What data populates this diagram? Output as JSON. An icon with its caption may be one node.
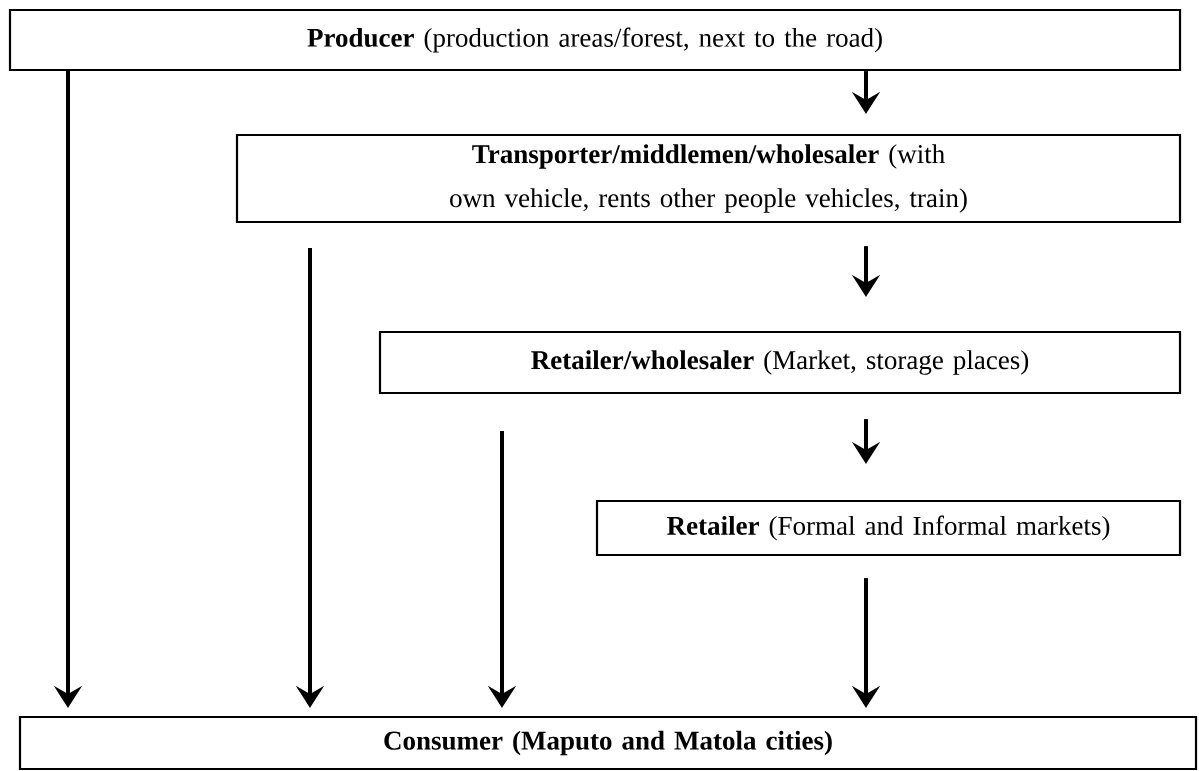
{
  "diagram": {
    "nodes": [
      {
        "text": [
          "**Producer** (production areas/forest, next to the road)"
        ]
      },
      {
        "text": [
          "**Transporter/middlemen/wholesaler** (with own vehicle, rents other people vehicles, train)"
        ]
      },
      {
        "text": [
          "**Retailer/wholesaler** (Market, storage places)"
        ]
      },
      {
        "text": [
          "**Retailer** (Formal and Informal markets)"
        ]
      },
      {
        "text": [
          "**Consumer (Maputo and Matola cities)**"
        ]
      }
    ],
    "edges": [
      {
        "from": 0,
        "to": 1,
        "arrow": "to"
      },
      {
        "from": 1,
        "to": 2,
        "arrow": "to"
      },
      {
        "from": 2,
        "to": 3,
        "arrow": "to"
      },
      {
        "from": 3,
        "to": 4,
        "arrow": "to"
      },
      {
        "from": 0,
        "to": 4,
        "arrow": "to"
      },
      {
        "from": 1,
        "to": 4,
        "arrow": "to"
      },
      {
        "from": 2,
        "to": 4,
        "arrow": "to"
      }
    ]
  }
}
